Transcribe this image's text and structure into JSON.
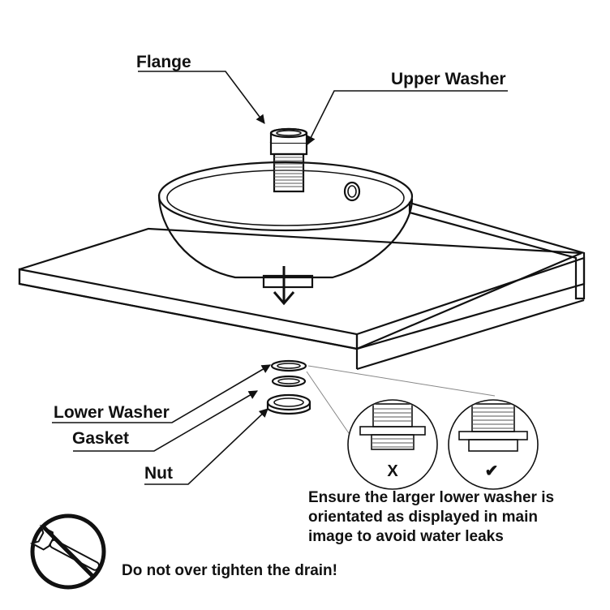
{
  "labels": {
    "flange": "Flange",
    "upper_washer": "Upper Washer",
    "lower_washer": "Lower Washer",
    "gasket": "Gasket",
    "nut": "Nut"
  },
  "marks": {
    "wrong": "X",
    "right": "✔"
  },
  "note": {
    "line1": "Ensure the larger lower washer is",
    "line2": "orientated as displayed in main",
    "line3": "image to avoid water leaks"
  },
  "warning": "Do not over tighten the drain!",
  "icons": [
    "down-arrow-icon",
    "no-wrench-icon",
    "x-mark-icon",
    "check-mark-icon"
  ]
}
